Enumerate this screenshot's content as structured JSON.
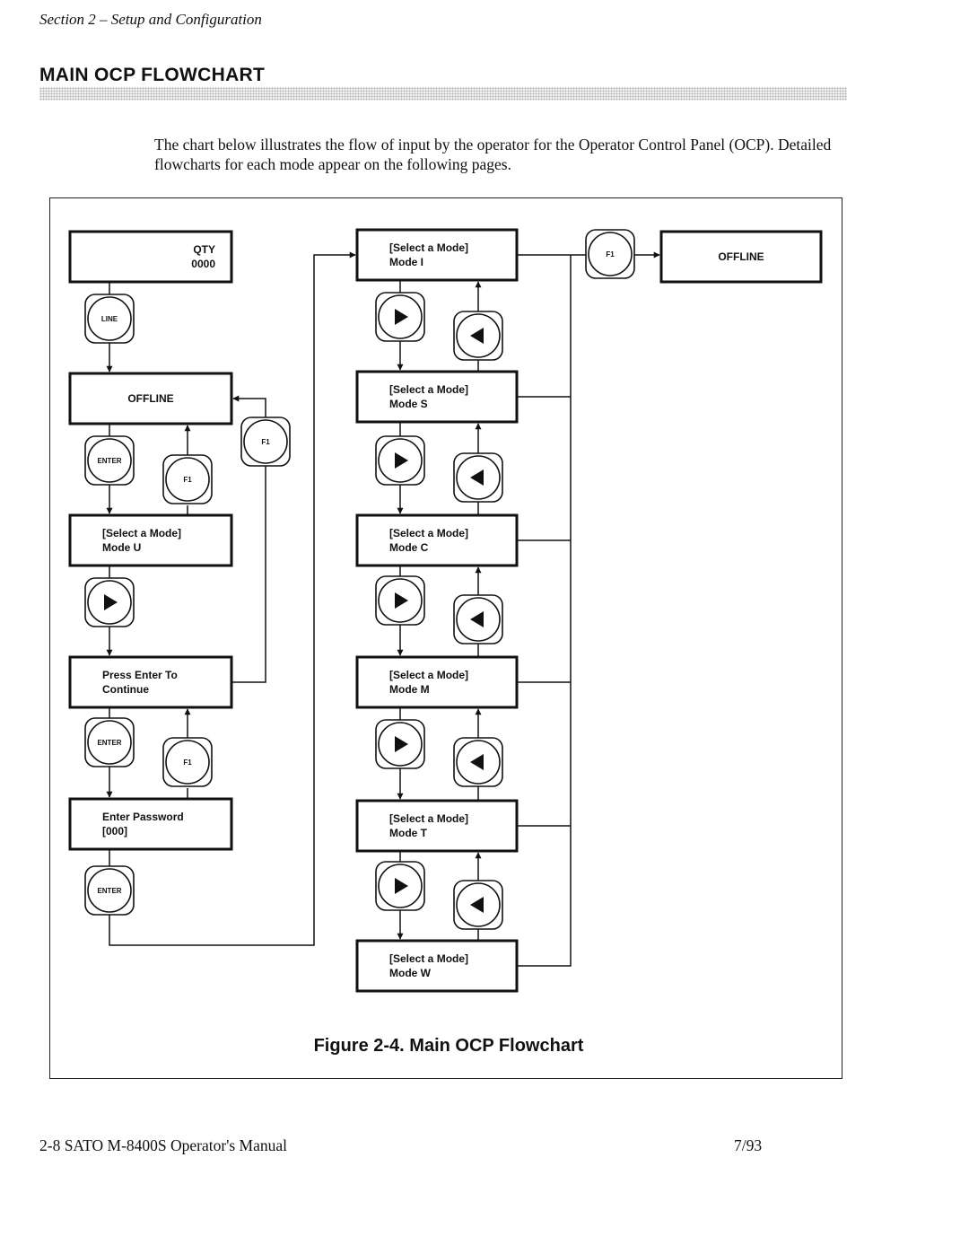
{
  "header": {
    "section": "Section 2 – Setup and Configuration"
  },
  "heading": {
    "title": "MAIN OCP FLOWCHART"
  },
  "intro": {
    "text": "The chart below illustrates the flow of input by the operator for the Operator Control Panel (OCP). Detailed flowcharts for each mode appear on the following pages."
  },
  "figure": {
    "caption": "Figure 2-4.   Main OCP Flowchart",
    "displays": {
      "qty": [
        "QTY",
        "0000"
      ],
      "offline_left": [
        "OFFLINE"
      ],
      "mode_u": [
        "[Select  a  Mode]",
        "Mode  U"
      ],
      "press_enter": [
        "Press  Enter  To",
        "Continue"
      ],
      "enter_password": [
        "Enter   Password",
        "[000]"
      ],
      "mode_i": [
        "[Select  a  Mode]",
        "Mode  I"
      ],
      "mode_s": [
        "[Select  a  Mode]",
        "Mode  S"
      ],
      "mode_c": [
        "[Select  a  Mode]",
        "Mode  C"
      ],
      "mode_m": [
        "[Select  a  Mode]",
        "Mode  M"
      ],
      "mode_t": [
        "[Select  a  Mode]",
        "Mode  T"
      ],
      "mode_w": [
        "[Select  a  Mode]",
        "Mode  W"
      ],
      "offline_right": [
        "OFFLINE"
      ]
    },
    "keys": {
      "line": "LINE",
      "enter": "ENTER",
      "f1": "F1"
    },
    "key_icons": {
      "next": "right-arrow-key-icon",
      "prev": "left-arrow-key-icon"
    }
  },
  "footer": {
    "left": "2-8  SATO M-8400S Operator's Manual",
    "right": "7/93"
  }
}
